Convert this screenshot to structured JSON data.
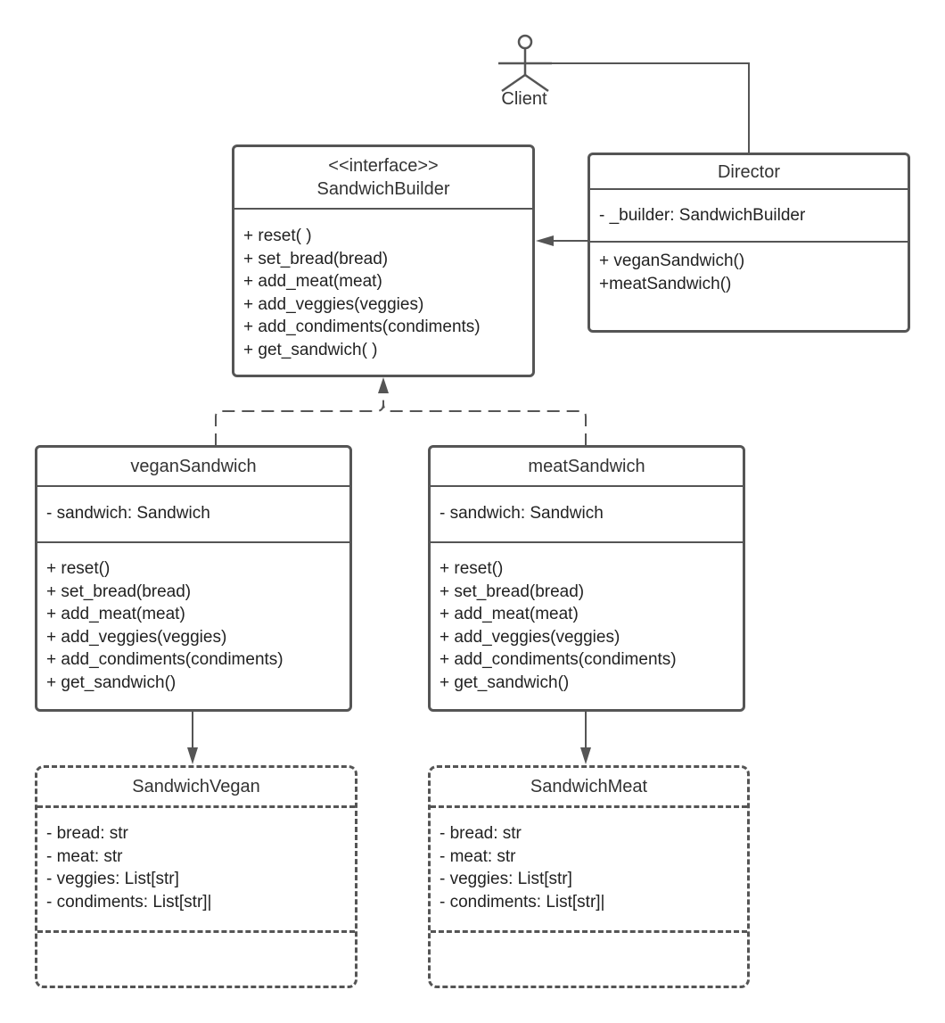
{
  "actor": {
    "label": "Client"
  },
  "interface": {
    "stereotype": "<<interface>>",
    "name": "SandwichBuilder",
    "methods": [
      "+ reset( )",
      "+ set_bread(bread)",
      "+ add_meat(meat)",
      "+ add_veggies(veggies)",
      "+ add_condiments(condiments)",
      "+ get_sandwich( )"
    ]
  },
  "director": {
    "name": "Director",
    "attributes": [
      "- _builder: SandwichBuilder"
    ],
    "methods": [
      "+ veganSandwich()",
      "+meatSandwich()"
    ]
  },
  "vegan_builder": {
    "name": "veganSandwich",
    "attributes": [
      "- sandwich: Sandwich"
    ],
    "methods": [
      "+ reset()",
      "+ set_bread(bread)",
      "+ add_meat(meat)",
      "+ add_veggies(veggies)",
      "+ add_condiments(condiments)",
      "+ get_sandwich()"
    ]
  },
  "meat_builder": {
    "name": "meatSandwich",
    "attributes": [
      "- sandwich: Sandwich"
    ],
    "methods": [
      "+ reset()",
      "+ set_bread(bread)",
      "+ add_meat(meat)",
      "+ add_veggies(veggies)",
      "+ add_condiments(condiments)",
      "+ get_sandwich()"
    ]
  },
  "vegan_product": {
    "name": "SandwichVegan",
    "attributes": [
      "- bread: str",
      "- meat: str",
      "- veggies: List[str]",
      "- condiments: List[str]|"
    ]
  },
  "meat_product": {
    "name": "SandwichMeat",
    "attributes": [
      "- bread: str",
      "- meat: str",
      "- veggies: List[str]",
      "- condiments: List[str]|"
    ]
  }
}
